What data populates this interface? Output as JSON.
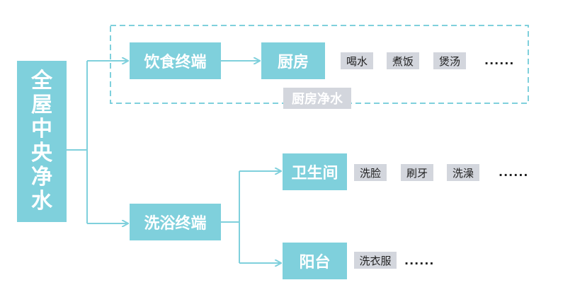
{
  "root": {
    "chars": [
      "全",
      "屋",
      "中",
      "央",
      "净",
      "水"
    ]
  },
  "branches": [
    {
      "label": "饮食终端",
      "group_label": "厨房净水",
      "children": [
        {
          "label": "厨房",
          "tags": [
            "喝水",
            "煮饭",
            "煲汤"
          ],
          "more": "......"
        }
      ]
    },
    {
      "label": "洗浴终端",
      "children": [
        {
          "label": "卫生间",
          "tags": [
            "洗脸",
            "刷牙",
            "洗澡"
          ],
          "more": "......"
        },
        {
          "label": "阳台",
          "tags": [
            "洗衣服"
          ],
          "more": "......"
        }
      ]
    }
  ],
  "colors": {
    "node_fill": "#7fd0dc",
    "connector": "#7fd0dc",
    "tag_fill": "#d3d6dd",
    "group_border": "#7fd0dc"
  }
}
